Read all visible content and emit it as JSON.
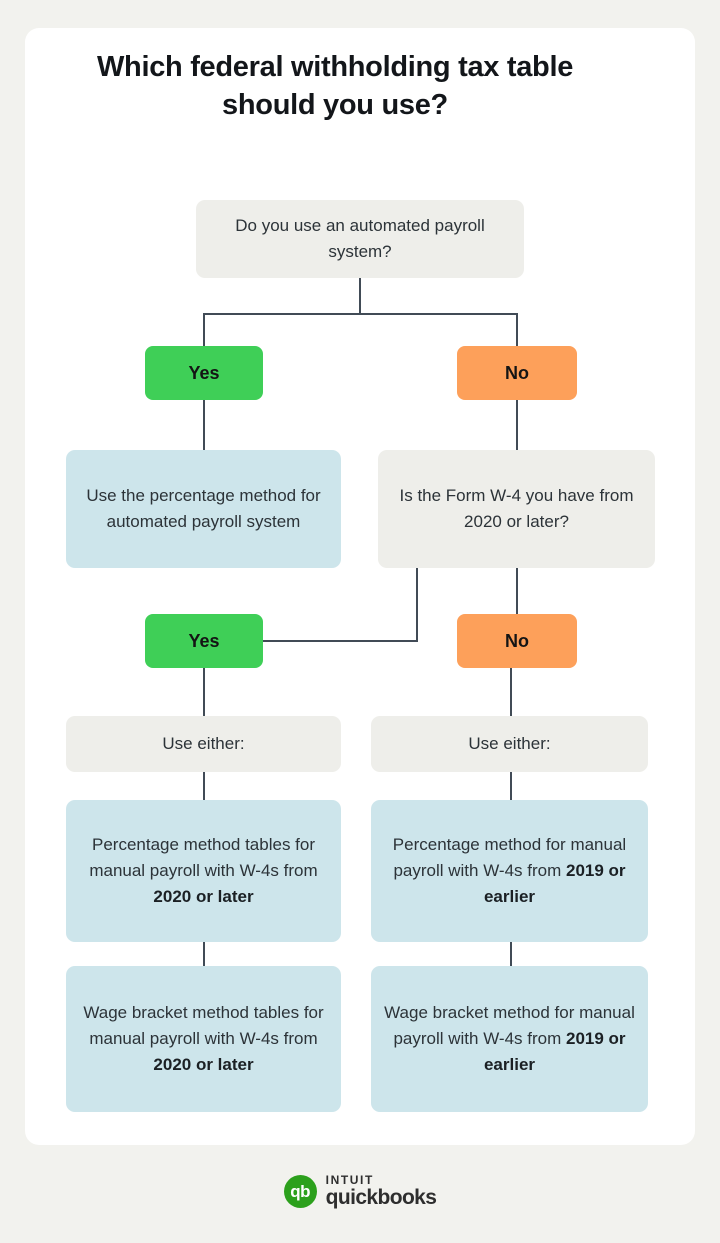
{
  "page": {
    "background_color": "#f2f2ee",
    "card_color": "#ffffff"
  },
  "title": "Which federal withholding tax table should you use?",
  "colors": {
    "yes_green": "#3fcf57",
    "no_orange": "#fda05a",
    "result_blue": "#cde5eb",
    "question_gray": "#eeeeea",
    "connector": "#414b56",
    "brand_green": "#2ca01c"
  },
  "flow": {
    "question_1": "Do you use an automated payroll system?",
    "branch_1_yes": "Yes",
    "branch_1_no": "No",
    "answer_automated": "Use the percentage method for automated payroll system",
    "question_2": "Is the Form W-4 you have from 2020 or later?",
    "branch_2_yes": "Yes",
    "branch_2_no": "No",
    "use_either_left": "Use either:",
    "use_either_right": "Use either:",
    "result_left_1_prefix": "Percentage method tables for manual payroll with W-4s from ",
    "result_left_1_bold": "2020 or later",
    "result_right_1_prefix": "Percentage method for manual payroll with W-4s from ",
    "result_right_1_bold": "2019 or earlier",
    "result_left_2_prefix": "Wage bracket method tables for manual payroll with W-4s from ",
    "result_left_2_bold": "2020 or later",
    "result_right_2_prefix": "Wage bracket method for manual payroll with W-4s from ",
    "result_right_2_bold": "2019 or earlier"
  },
  "footer": {
    "logo_mark": "qb",
    "logo_intuit": "INTUIT",
    "logo_product": "quickbooks"
  }
}
